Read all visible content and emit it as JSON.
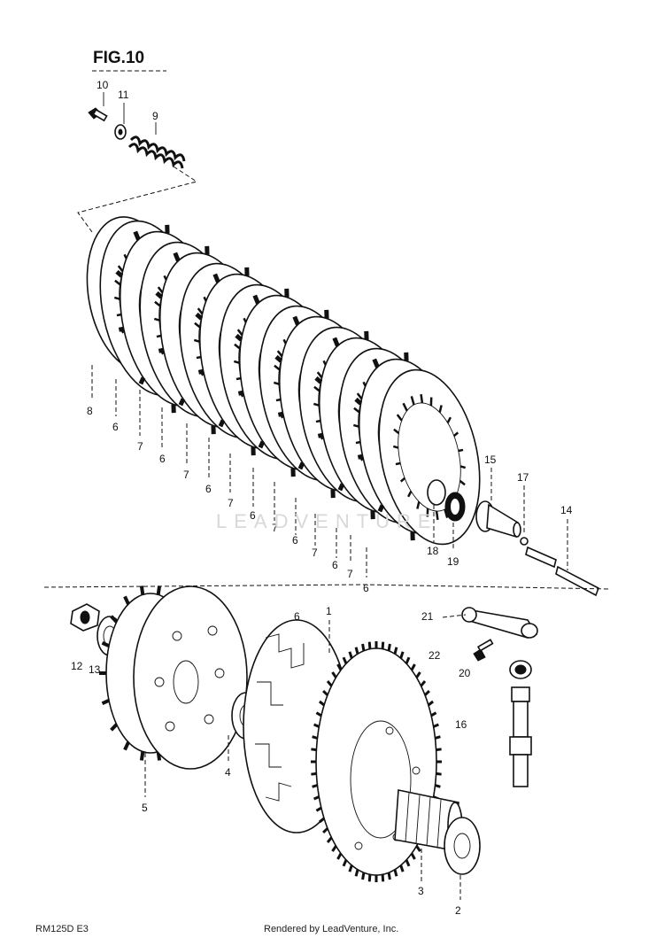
{
  "figure_title": "FIG.10",
  "model_code": "RM125D E3",
  "footer_credit": "Rendered by LeadVenture, Inc.",
  "watermark": "LEADVENTURE",
  "callouts": [
    {
      "key": "c10",
      "text": "10"
    },
    {
      "key": "c11",
      "text": "11"
    },
    {
      "key": "c9",
      "text": "9"
    },
    {
      "key": "c8",
      "text": "8"
    },
    {
      "key": "c6a",
      "text": "6"
    },
    {
      "key": "c7a",
      "text": "7"
    },
    {
      "key": "c6b",
      "text": "6"
    },
    {
      "key": "c7b",
      "text": "7"
    },
    {
      "key": "c6c",
      "text": "6"
    },
    {
      "key": "c7c",
      "text": "7"
    },
    {
      "key": "c6d",
      "text": "6"
    },
    {
      "key": "c7d",
      "text": "7"
    },
    {
      "key": "c6e",
      "text": "6"
    },
    {
      "key": "c7e",
      "text": "7"
    },
    {
      "key": "c6f",
      "text": "6"
    },
    {
      "key": "c7f",
      "text": "7"
    },
    {
      "key": "c6g",
      "text": "6"
    },
    {
      "key": "c6h",
      "text": "6"
    },
    {
      "key": "c18",
      "text": "18"
    },
    {
      "key": "c19",
      "text": "19"
    },
    {
      "key": "c15",
      "text": "15"
    },
    {
      "key": "c17",
      "text": "17"
    },
    {
      "key": "c14",
      "text": "14"
    },
    {
      "key": "c12",
      "text": "12"
    },
    {
      "key": "c13",
      "text": "13"
    },
    {
      "key": "c1",
      "text": "1"
    },
    {
      "key": "c4",
      "text": "4"
    },
    {
      "key": "c5",
      "text": "5"
    },
    {
      "key": "c21",
      "text": "21"
    },
    {
      "key": "c22",
      "text": "22"
    },
    {
      "key": "c20",
      "text": "20"
    },
    {
      "key": "c16",
      "text": "16"
    },
    {
      "key": "c3",
      "text": "3"
    },
    {
      "key": "c2",
      "text": "2"
    }
  ]
}
